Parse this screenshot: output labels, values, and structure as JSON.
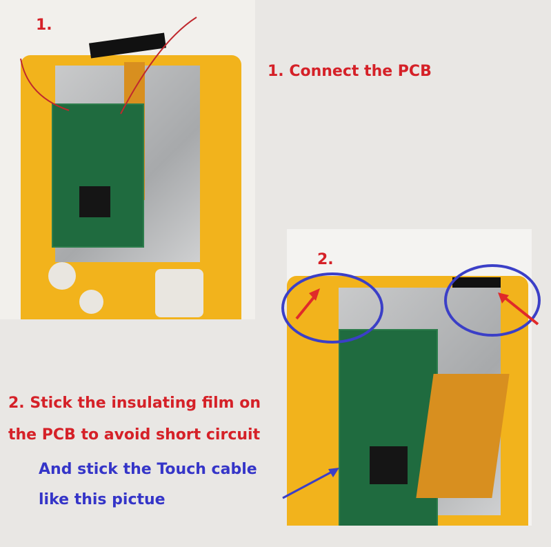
{
  "step1": {
    "photo_label": "1.",
    "caption": "1. Connect the PCB"
  },
  "step2": {
    "photo_label": "2.",
    "caption_line1": "2. Stick the insulating film on",
    "caption_line2": "the PCB to avoid short circuit"
  },
  "touch": {
    "line1": "And stick the Touch cable",
    "line2": "like this pictue"
  },
  "colors": {
    "red": "#d52128",
    "blue": "#3535c8",
    "case": "#f2b31c",
    "pcb": "#1f6b3f"
  }
}
